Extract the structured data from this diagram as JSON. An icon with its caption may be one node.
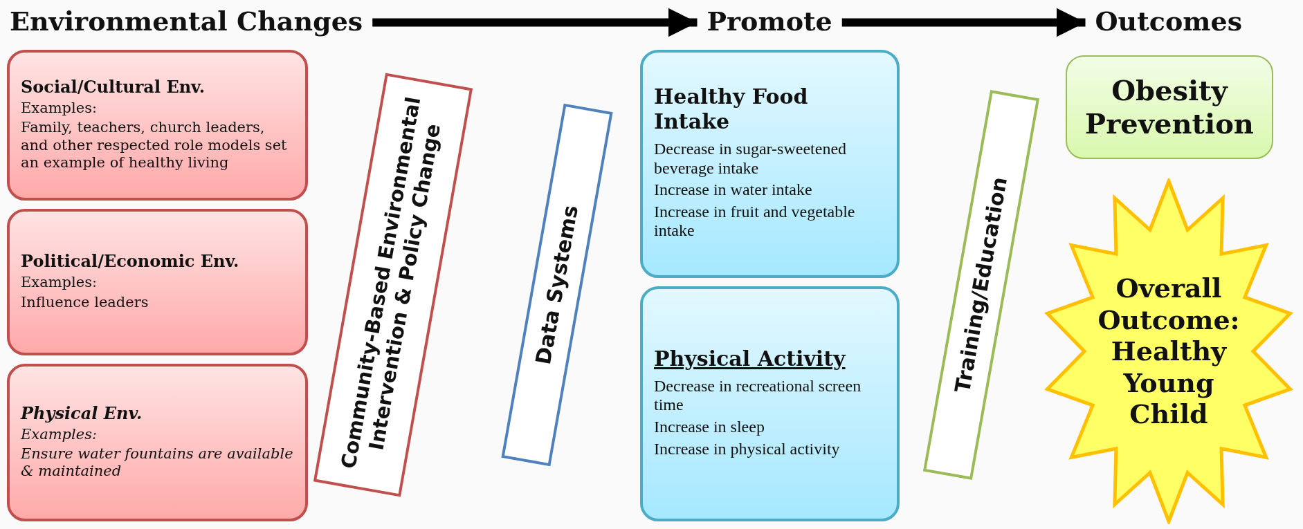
{
  "diagram": {
    "nodes": [
      {
        "text": [
          "Environmental  Changes"
        ]
      },
      {
        "text": [
          "Promote"
        ]
      },
      {
        "text": [
          "Outcomes"
        ]
      },
      {
        "text": [
          "Social/Cultural Env.",
          "Examples:",
          "Family, teachers, church leaders, and other respected role models set an example of healthy living"
        ]
      },
      {
        "text": [
          "Political/Economic Env.",
          "Examples:",
          "Influence leaders"
        ]
      },
      {
        "text": [
          "Physical Env.",
          "Examples:",
          "Ensure water fountains are available & maintained"
        ]
      },
      {
        "text": [
          "Community-Based Environmental Intervention & Policy Change"
        ]
      },
      {
        "text": [
          "Healthy Food Intake",
          "Decrease in sugar-sweetened beverage intake",
          "Increase in water intake",
          "Increase in fruit and vegetable intake"
        ]
      },
      {
        "text": [
          "Physical Activity",
          "Decrease in recreational screen time",
          "Increase in sleep",
          "Increase in physical activity"
        ]
      },
      {
        "text": [
          "Data Systems"
        ]
      },
      {
        "text": [
          "Training/Education"
        ]
      },
      {
        "text": [
          "Obesity Prevention"
        ]
      },
      {
        "text": [
          "Overall Outcome: Healthy Young Child"
        ]
      }
    ],
    "edges": [
      {
        "from": 0,
        "to": 1,
        "arrow": "to"
      },
      {
        "from": 1,
        "to": 2,
        "arrow": "to"
      }
    ]
  }
}
